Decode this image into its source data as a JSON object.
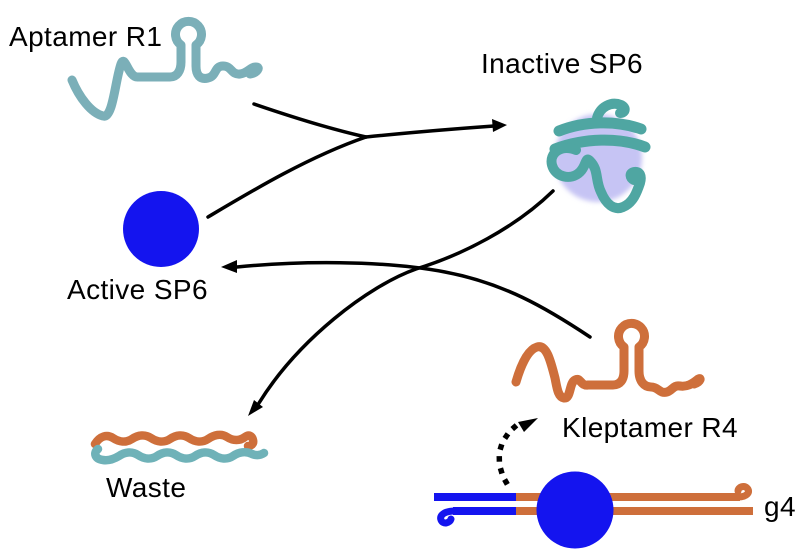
{
  "labels": {
    "aptamer_r1": "Aptamer R1",
    "inactive_sp6": "Inactive SP6",
    "active_sp6": "Active SP6",
    "kleptamer_r4": "Kleptamer R4",
    "waste": "Waste",
    "g4": "g4"
  },
  "colors": {
    "teal_light": "#7BAFB8",
    "teal_dark": "#4FA6A2",
    "teal_waste": "#6FB2B8",
    "orange": "#CE6F3B",
    "blue": "#1414EF",
    "lavender": "#C6C4F4",
    "black": "#000000"
  },
  "arrows": [
    {
      "from": "Aptamer R1",
      "to": "Inactive SP6",
      "style": "solid",
      "note": "merges with Active SP6 line"
    },
    {
      "from": "Active SP6",
      "to": "Inactive SP6",
      "style": "solid",
      "note": "merges with Aptamer R1 line"
    },
    {
      "from": "Inactive SP6",
      "to": "Waste",
      "style": "solid"
    },
    {
      "from": "Kleptamer R4",
      "to": "Active SP6",
      "style": "solid"
    },
    {
      "from": "g4",
      "to": "Kleptamer R4",
      "style": "dotted"
    }
  ]
}
